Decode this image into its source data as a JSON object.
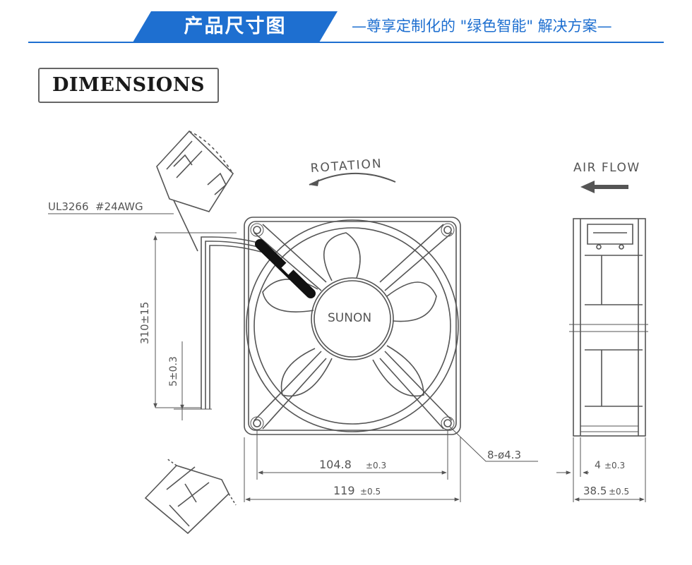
{
  "header": {
    "title": "产品尺寸图",
    "subtitle": "—尊享定制化的 \"绿色智能\" 解决方案—"
  },
  "section_title": "DIMENSIONS",
  "drawing": {
    "rotation_label": "ROTATION",
    "airflow_label": "AIR FLOW",
    "brand": "SUNON",
    "wire_label": "UL3266  #24AWG",
    "lead_length": "310±15",
    "strip_length": "5±0.3",
    "hole_spacing": "104.8",
    "hole_spacing_tol": "±0.3",
    "frame_width": "119",
    "frame_width_tol": "±0.5",
    "mount_holes": "8-ø4.3",
    "flange": "4",
    "flange_tol": "±0.3",
    "depth": "38.5",
    "depth_tol": "±0.5"
  },
  "colors": {
    "accent": "#1e6fd0",
    "line": "#555555"
  }
}
